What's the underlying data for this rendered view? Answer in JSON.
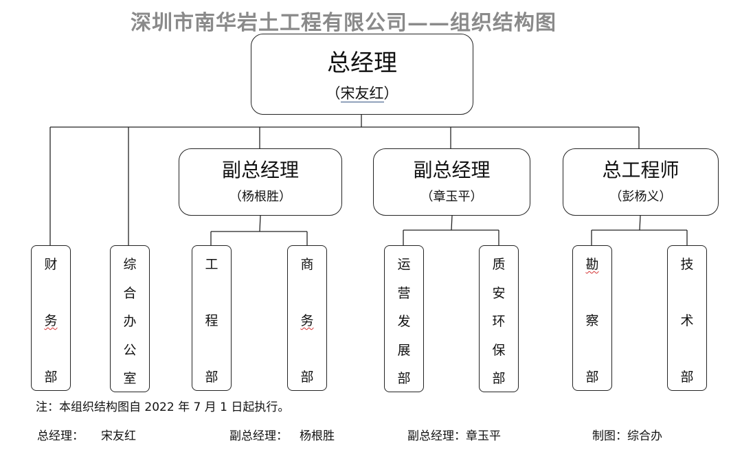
{
  "title": "深圳市南华岩土工程有限公司——组织结构图",
  "top": {
    "role": "总经理",
    "name_open": "（",
    "name": "宋友红",
    "name_close": "）"
  },
  "mid": [
    {
      "role": "副总经理",
      "name": "（杨根胜）"
    },
    {
      "role": "副总经理",
      "name": "（章玉平）"
    },
    {
      "role": "总工程师",
      "name": "（彭杨义）"
    }
  ],
  "depts": [
    {
      "chars": [
        "财",
        "务",
        "部"
      ]
    },
    {
      "chars": [
        "综",
        "合",
        "办",
        "公",
        "室"
      ]
    },
    {
      "chars": [
        "工",
        "程",
        "部"
      ]
    },
    {
      "chars": [
        "商",
        "务",
        "部"
      ]
    },
    {
      "chars": [
        "运",
        "营",
        "发",
        "展",
        "部"
      ]
    },
    {
      "chars": [
        "质",
        "安",
        "环",
        "保",
        "部"
      ]
    },
    {
      "chars": [
        "勘",
        "察",
        "部"
      ]
    },
    {
      "chars": [
        "技",
        "术",
        "部"
      ]
    }
  ],
  "note": "注：本组织结构图自 2022 年 7 月 1 日起执行。",
  "footer": {
    "gm_label": "总经理：",
    "gm_name": "宋友红",
    "dgm1_label": "副总经理：",
    "dgm1_name": "杨根胜",
    "dgm2": "副总经理：章玉平",
    "maker": "制图：综合办"
  }
}
